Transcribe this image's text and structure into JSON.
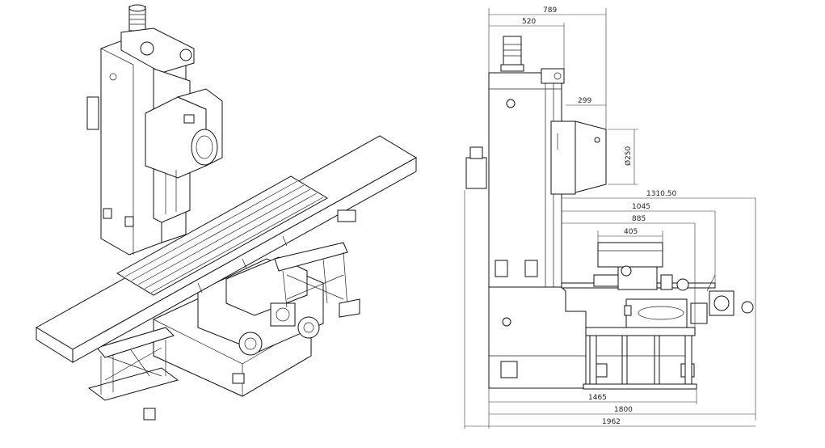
{
  "dimensions": {
    "overall_top_width": "789",
    "column_width": "520",
    "spindle_offset": "299",
    "spindle_diameter": "Ø250",
    "reach_max": "1310.50",
    "reach_mid": "1045",
    "reach_min": "885",
    "table_width": "405",
    "base_length": "1465",
    "stand_length": "1800",
    "overall_length": "1962"
  },
  "colors": {
    "line": "#111111",
    "background": "#ffffff"
  }
}
